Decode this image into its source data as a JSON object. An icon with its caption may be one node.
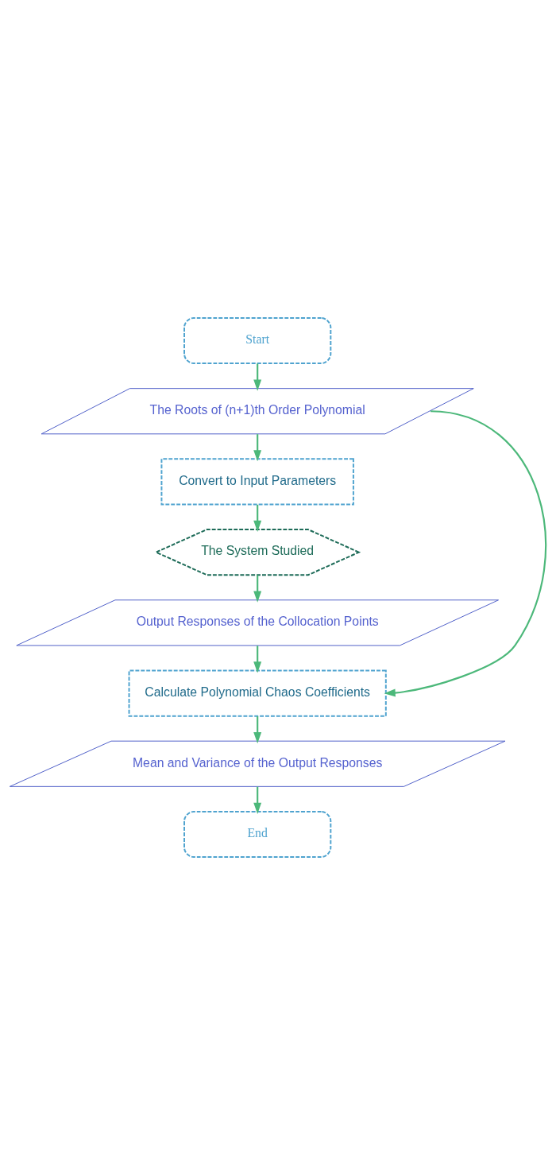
{
  "diagram": {
    "nodes": [
      {
        "text": [
          "Start"
        ]
      },
      {
        "text": [
          "The Roots of (n+1)th Order Polynomial"
        ]
      },
      {
        "text": [
          "Convert to Input Parameters"
        ]
      },
      {
        "text": [
          "The System Studied"
        ]
      },
      {
        "text": [
          "Output Responses of the Collocation Points"
        ]
      },
      {
        "text": [
          "Calculate Polynomial Chaos Coefficients"
        ]
      },
      {
        "text": [
          "Mean and Variance of the Output Responses"
        ]
      },
      {
        "text": [
          "End"
        ]
      }
    ],
    "edges": [
      {
        "from": 0,
        "to": 1,
        "arrow": "to"
      },
      {
        "from": 1,
        "to": 2,
        "arrow": "to"
      },
      {
        "from": 2,
        "to": 3,
        "arrow": "to"
      },
      {
        "from": 3,
        "to": 4,
        "arrow": "to"
      },
      {
        "from": 4,
        "to": 5,
        "arrow": "to"
      },
      {
        "from": 1,
        "to": 5,
        "arrow": "to"
      },
      {
        "from": 5,
        "to": 6,
        "arrow": "to"
      },
      {
        "from": 6,
        "to": 7,
        "arrow": "to"
      }
    ]
  }
}
